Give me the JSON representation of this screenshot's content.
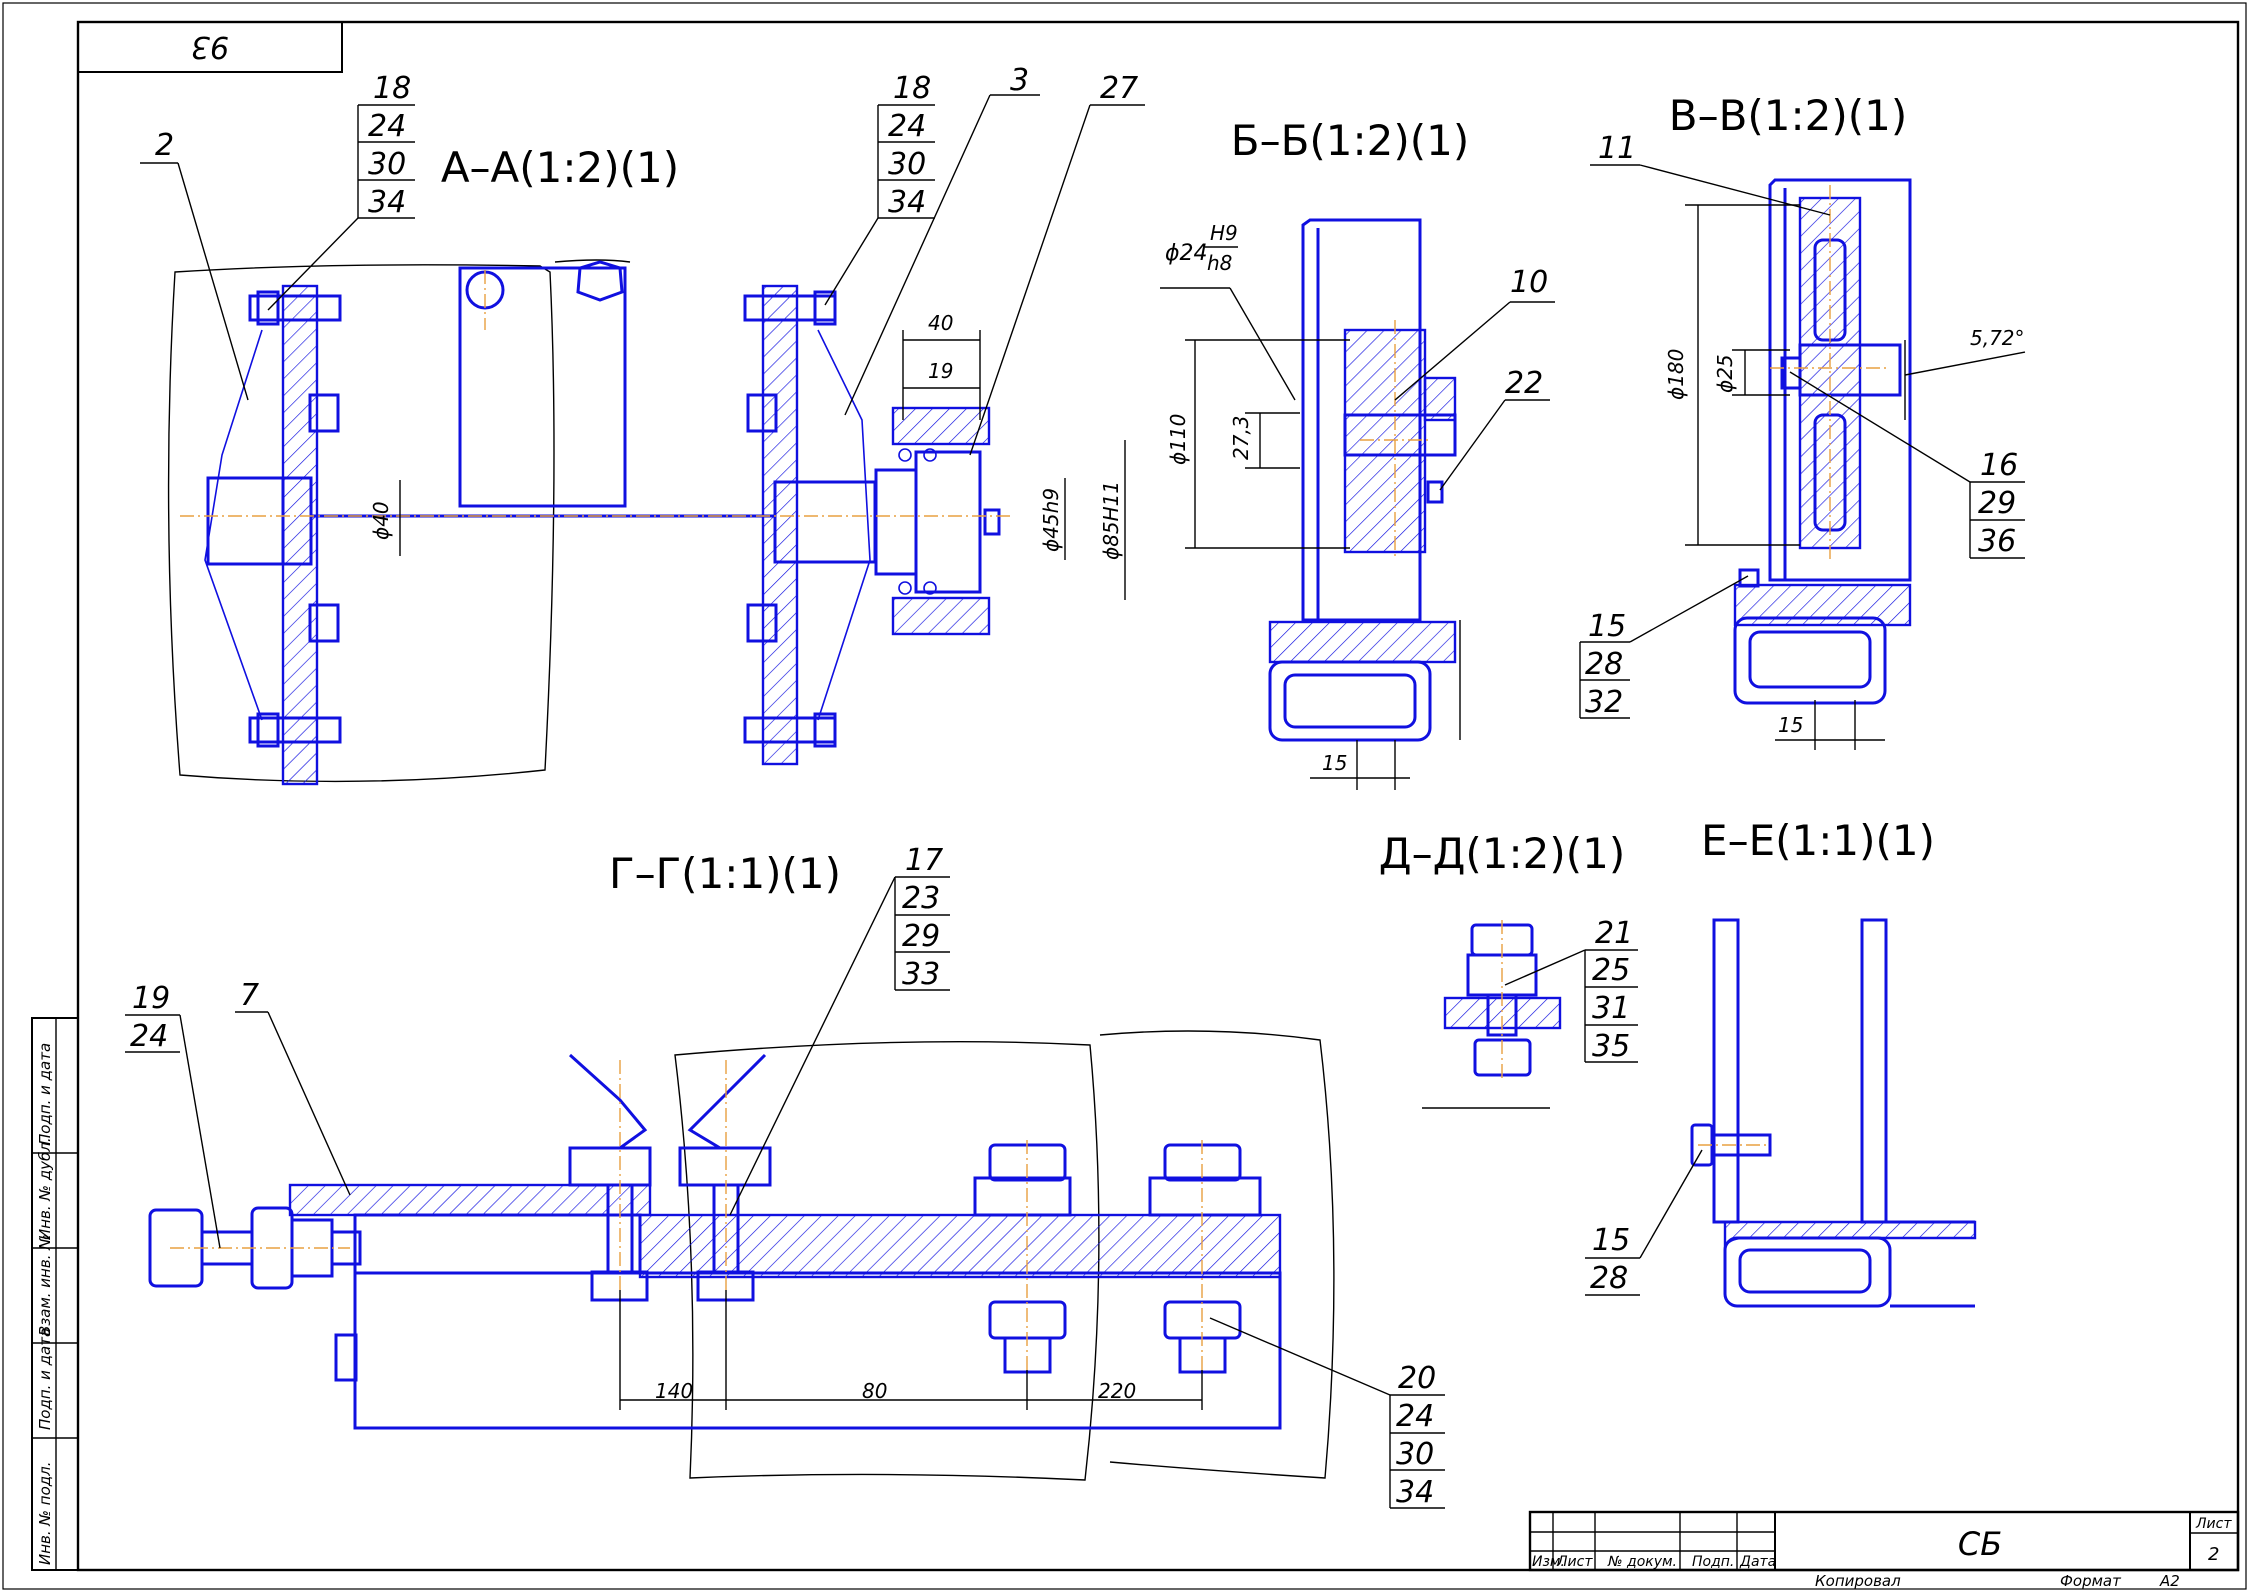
{
  "stamp": "93",
  "sections": {
    "aa": "А–А(1:2)(1)",
    "bb": "Б–Б(1:2)(1)",
    "vv": "В–В(1:2)(1)",
    "gg": "Г–Г(1:1)(1)",
    "dd": "Д–Д(1:2)(1)",
    "ee": "Е–Е(1:1)(1)"
  },
  "aa": {
    "p2": "2",
    "stackL": [
      "18",
      "24",
      "30",
      "34"
    ],
    "stackR": [
      "18",
      "24",
      "30",
      "34"
    ],
    "p3": "3",
    "p27": "27",
    "d40": "40",
    "d19": "19",
    "dia40": "ϕ40",
    "dia45": "ϕ45h9",
    "dia85": "ϕ85H11"
  },
  "bb": {
    "fit_dia": "ϕ24",
    "fit_up": "H9",
    "fit_dn": "h8",
    "p10": "10",
    "p22": "22",
    "dia110": "ϕ110",
    "d273": "27,3",
    "d15": "15"
  },
  "vv": {
    "p11": "11",
    "dia180": "ϕ180",
    "dia25": "ϕ25",
    "angle": "5,72°",
    "stack16": [
      "16",
      "29",
      "36"
    ],
    "stack15": [
      "15",
      "28",
      "32"
    ],
    "d15": "15"
  },
  "gg": {
    "stack19": [
      "19",
      "24"
    ],
    "p7": "7",
    "stack17": [
      "17",
      "23",
      "29",
      "33"
    ],
    "stack20": [
      "20",
      "24",
      "30",
      "34"
    ],
    "d140": "140",
    "d80": "80",
    "d220": "220"
  },
  "dd": {
    "stack21": [
      "21",
      "25",
      "31",
      "35"
    ]
  },
  "ee": {
    "stack15": [
      "15",
      "28"
    ]
  },
  "side_strip": [
    "Инв. № подл.",
    "Подп. и дата",
    "Взам. инв. №",
    "Инв. № дубл.",
    "Подп. и дата"
  ],
  "titleblock": {
    "cols": [
      "Изм.",
      "Лист",
      "№ докум.",
      "Подп.",
      "Дата"
    ],
    "designation": "СБ",
    "sheet_label": "Лист",
    "sheet_num": "2",
    "copied": "Копировал",
    "format_label": "Формат",
    "format_val": "А2"
  },
  "colors": {
    "geometry": "#1010e0",
    "axis": "#e8a040",
    "lines": "#000000"
  }
}
